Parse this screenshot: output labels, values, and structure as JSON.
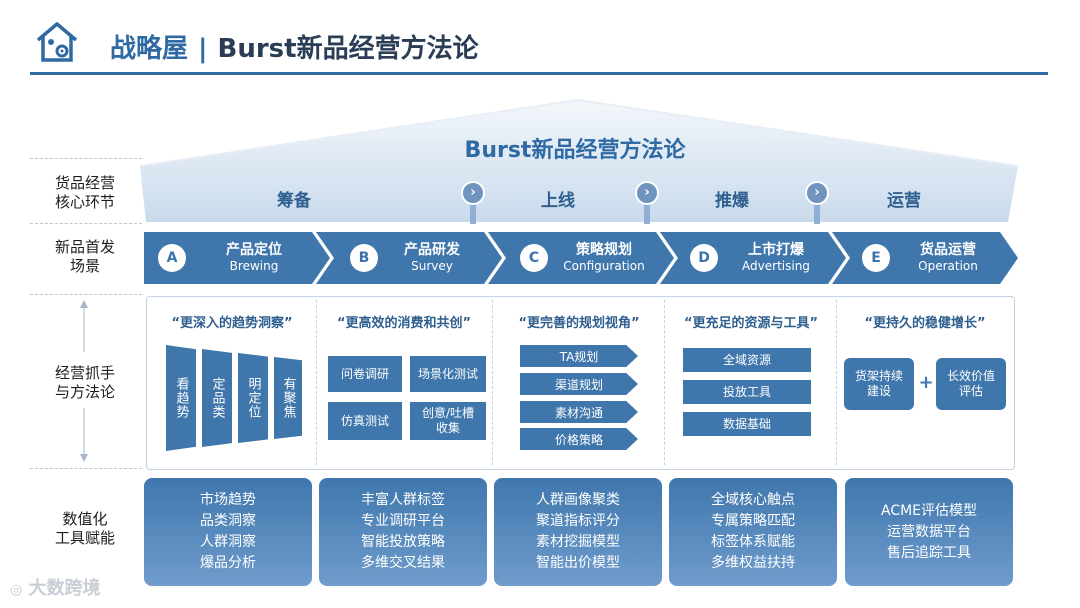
{
  "header": {
    "title_left": "战略屋",
    "separator": "|",
    "title_right": "Burst新品经营方法论"
  },
  "roof": {
    "title": "Burst新品经营方法论"
  },
  "row_labels": {
    "row1": [
      "货品经营",
      "核心环节"
    ],
    "row2": [
      "新品首发",
      "场景"
    ],
    "row3": [
      "经营抓手",
      "与方法论"
    ],
    "row4": [
      "数值化",
      "工具赋能"
    ]
  },
  "stages": [
    "筹备",
    "上线",
    "推爆",
    "运营"
  ],
  "connector_glyph": "›",
  "scenarios": [
    {
      "letter": "A",
      "name": "产品定位",
      "en": "Brewing"
    },
    {
      "letter": "B",
      "name": "产品研发",
      "en": "Survey"
    },
    {
      "letter": "C",
      "name": "策略规划",
      "en": "Configuration"
    },
    {
      "letter": "D",
      "name": "上市打爆",
      "en": "Advertising"
    },
    {
      "letter": "E",
      "name": "货品运营",
      "en": "Operation"
    }
  ],
  "methods": {
    "quotes": [
      "“更深入的趋势洞察”",
      "“更高效的消费和共创”",
      "“更完善的规划视角”",
      "“更充足的资源与工具”",
      "“更持久的稳健增长”"
    ],
    "trend_bars": [
      "看趋势",
      "定品类",
      "明定位",
      "有聚焦"
    ],
    "research_boxes": [
      "问卷调研",
      "场景化测试",
      "仿真测试",
      "创意/吐槽收集"
    ],
    "planning_tags": [
      "TA规划",
      "渠道规划",
      "素材沟通",
      "价格策略"
    ],
    "resource_boxes": [
      "全域资源",
      "投放工具",
      "数据基础"
    ],
    "growth": {
      "left": "货架持续建设",
      "plus": "+",
      "right": "长效价值评估"
    }
  },
  "tools": [
    [
      "市场趋势",
      "品类洞察",
      "人群洞察",
      "爆品分析"
    ],
    [
      "丰富人群标签",
      "专业调研平台",
      "智能投放策略",
      "多维交叉结果"
    ],
    [
      "人群画像聚类",
      "聚道指标评分",
      "素材挖掘模型",
      "智能出价模型"
    ],
    [
      "全域核心触点",
      "专属策略匹配",
      "标签体系赋能",
      "多维权益扶持"
    ],
    [
      "ACME评估模型",
      "运营数据平台",
      "售后追踪工具"
    ]
  ],
  "watermark": "大数跨境",
  "colors": {
    "primary": "#2f6aa3",
    "fill": "#3f77ad",
    "roof": "#dfe9f4"
  }
}
